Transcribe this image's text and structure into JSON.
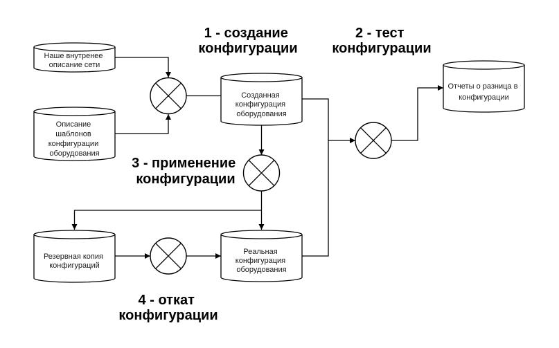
{
  "colors": {
    "stroke": "#000000",
    "background": "#ffffff",
    "text": "#000000"
  },
  "stages": {
    "create": {
      "line1": "1 - создание",
      "line2": "конфигурации"
    },
    "test": {
      "line1": "2 - тест",
      "line2": "конфигурации"
    },
    "apply": {
      "line1": "3 - применение",
      "line2": "конфигурации"
    },
    "rollback": {
      "line1": "4 - откат",
      "line2": "конфигурации"
    }
  },
  "stores": {
    "internal_network": {
      "lines": [
        "Наше внутренее",
        "описание сети"
      ]
    },
    "templates": {
      "lines": [
        "Описание",
        "шаблонов",
        "конфигурации",
        "оборудования"
      ]
    },
    "created_config": {
      "lines": [
        "Созданная",
        "конфигурация",
        "оборудования"
      ]
    },
    "reports": {
      "lines": [
        "Отчеты о разница в",
        "конфигурации"
      ]
    },
    "backup": {
      "lines": [
        "Резервная копия",
        "конфигураций"
      ]
    },
    "real_config": {
      "lines": [
        "Реальная",
        "конфигурация",
        "оборудования"
      ]
    }
  },
  "operators": [
    {
      "id": "create-op",
      "icon": "crossed-circle-icon"
    },
    {
      "id": "test-op",
      "icon": "crossed-circle-icon"
    },
    {
      "id": "apply-op",
      "icon": "crossed-circle-icon"
    },
    {
      "id": "rollback-op",
      "icon": "crossed-circle-icon"
    }
  ],
  "edges": [
    {
      "from": "internal_network",
      "to": "create-op"
    },
    {
      "from": "templates",
      "to": "create-op"
    },
    {
      "from": "create-op",
      "to": "created_config"
    },
    {
      "from": "created_config",
      "to": "apply-op"
    },
    {
      "from": "created_config",
      "to": "test-op"
    },
    {
      "from": "real_config",
      "to": "test-op"
    },
    {
      "from": "test-op",
      "to": "reports"
    },
    {
      "from": "apply-op",
      "to": "real_config"
    },
    {
      "from": "apply-op",
      "to": "backup"
    },
    {
      "from": "backup",
      "to": "rollback-op"
    },
    {
      "from": "rollback-op",
      "to": "real_config"
    }
  ]
}
